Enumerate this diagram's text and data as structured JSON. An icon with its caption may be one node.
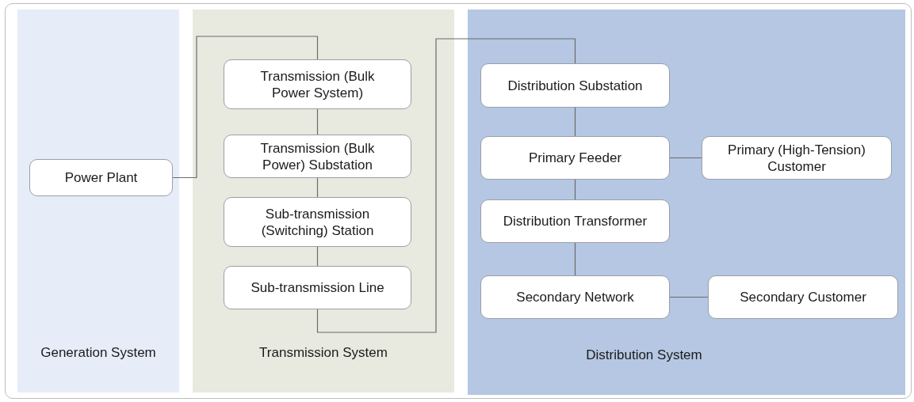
{
  "diagram": {
    "nodes": [
      {
        "text": [
          "Generation System"
        ]
      },
      {
        "text": [
          "Power Plant"
        ],
        "in": 0
      },
      {
        "text": [
          "Transmission System"
        ]
      },
      {
        "text": [
          "Transmission (Bulk Power System)"
        ],
        "in": 2
      },
      {
        "text": [
          "Transmission (Bulk Power) Substation"
        ],
        "in": 2
      },
      {
        "text": [
          "Sub-transmission (Switching) Station"
        ],
        "in": 2
      },
      {
        "text": [
          "Sub-transmission Line"
        ],
        "in": 2
      },
      {
        "text": [
          "Distribution System"
        ]
      },
      {
        "text": [
          "Distribution Substation"
        ],
        "in": 7
      },
      {
        "text": [
          "Primary Feeder"
        ],
        "in": 7
      },
      {
        "text": [
          "Primary (High-Tension) Customer"
        ],
        "in": 7
      },
      {
        "text": [
          "Distribution Transformer"
        ],
        "in": 7
      },
      {
        "text": [
          "Secondary Network"
        ],
        "in": 7
      },
      {
        "text": [
          "Secondary Customer"
        ],
        "in": 7
      }
    ],
    "edges": [
      {
        "from": 1,
        "to": 3,
        "arrow": "none"
      },
      {
        "from": 3,
        "to": 4,
        "arrow": "none"
      },
      {
        "from": 4,
        "to": 5,
        "arrow": "none"
      },
      {
        "from": 5,
        "to": 6,
        "arrow": "none"
      },
      {
        "from": 6,
        "to": 8,
        "arrow": "none"
      },
      {
        "from": 8,
        "to": 9,
        "arrow": "none"
      },
      {
        "from": 9,
        "to": 10,
        "arrow": "none"
      },
      {
        "from": 9,
        "to": 11,
        "arrow": "none"
      },
      {
        "from": 11,
        "to": 12,
        "arrow": "none"
      },
      {
        "from": 12,
        "to": 13,
        "arrow": "none"
      }
    ]
  }
}
